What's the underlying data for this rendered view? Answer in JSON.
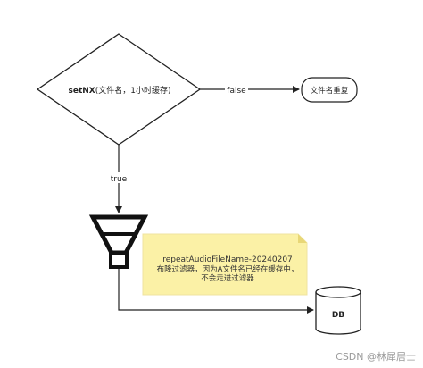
{
  "diagram": {
    "decision": {
      "bold_label": "setNX",
      "rest_label": "(文件名，1小时缓存)"
    },
    "edge_false": "false",
    "edge_true": "true",
    "result_box": "文件名重复",
    "note": {
      "line1": "repeatAudioFileName-20240207",
      "line2": "布隆过滤器，因为A文件名已经在缓存中，",
      "line3": "不会走进过滤器"
    },
    "database": "DB"
  },
  "watermark": "CSDN @林犀居士"
}
